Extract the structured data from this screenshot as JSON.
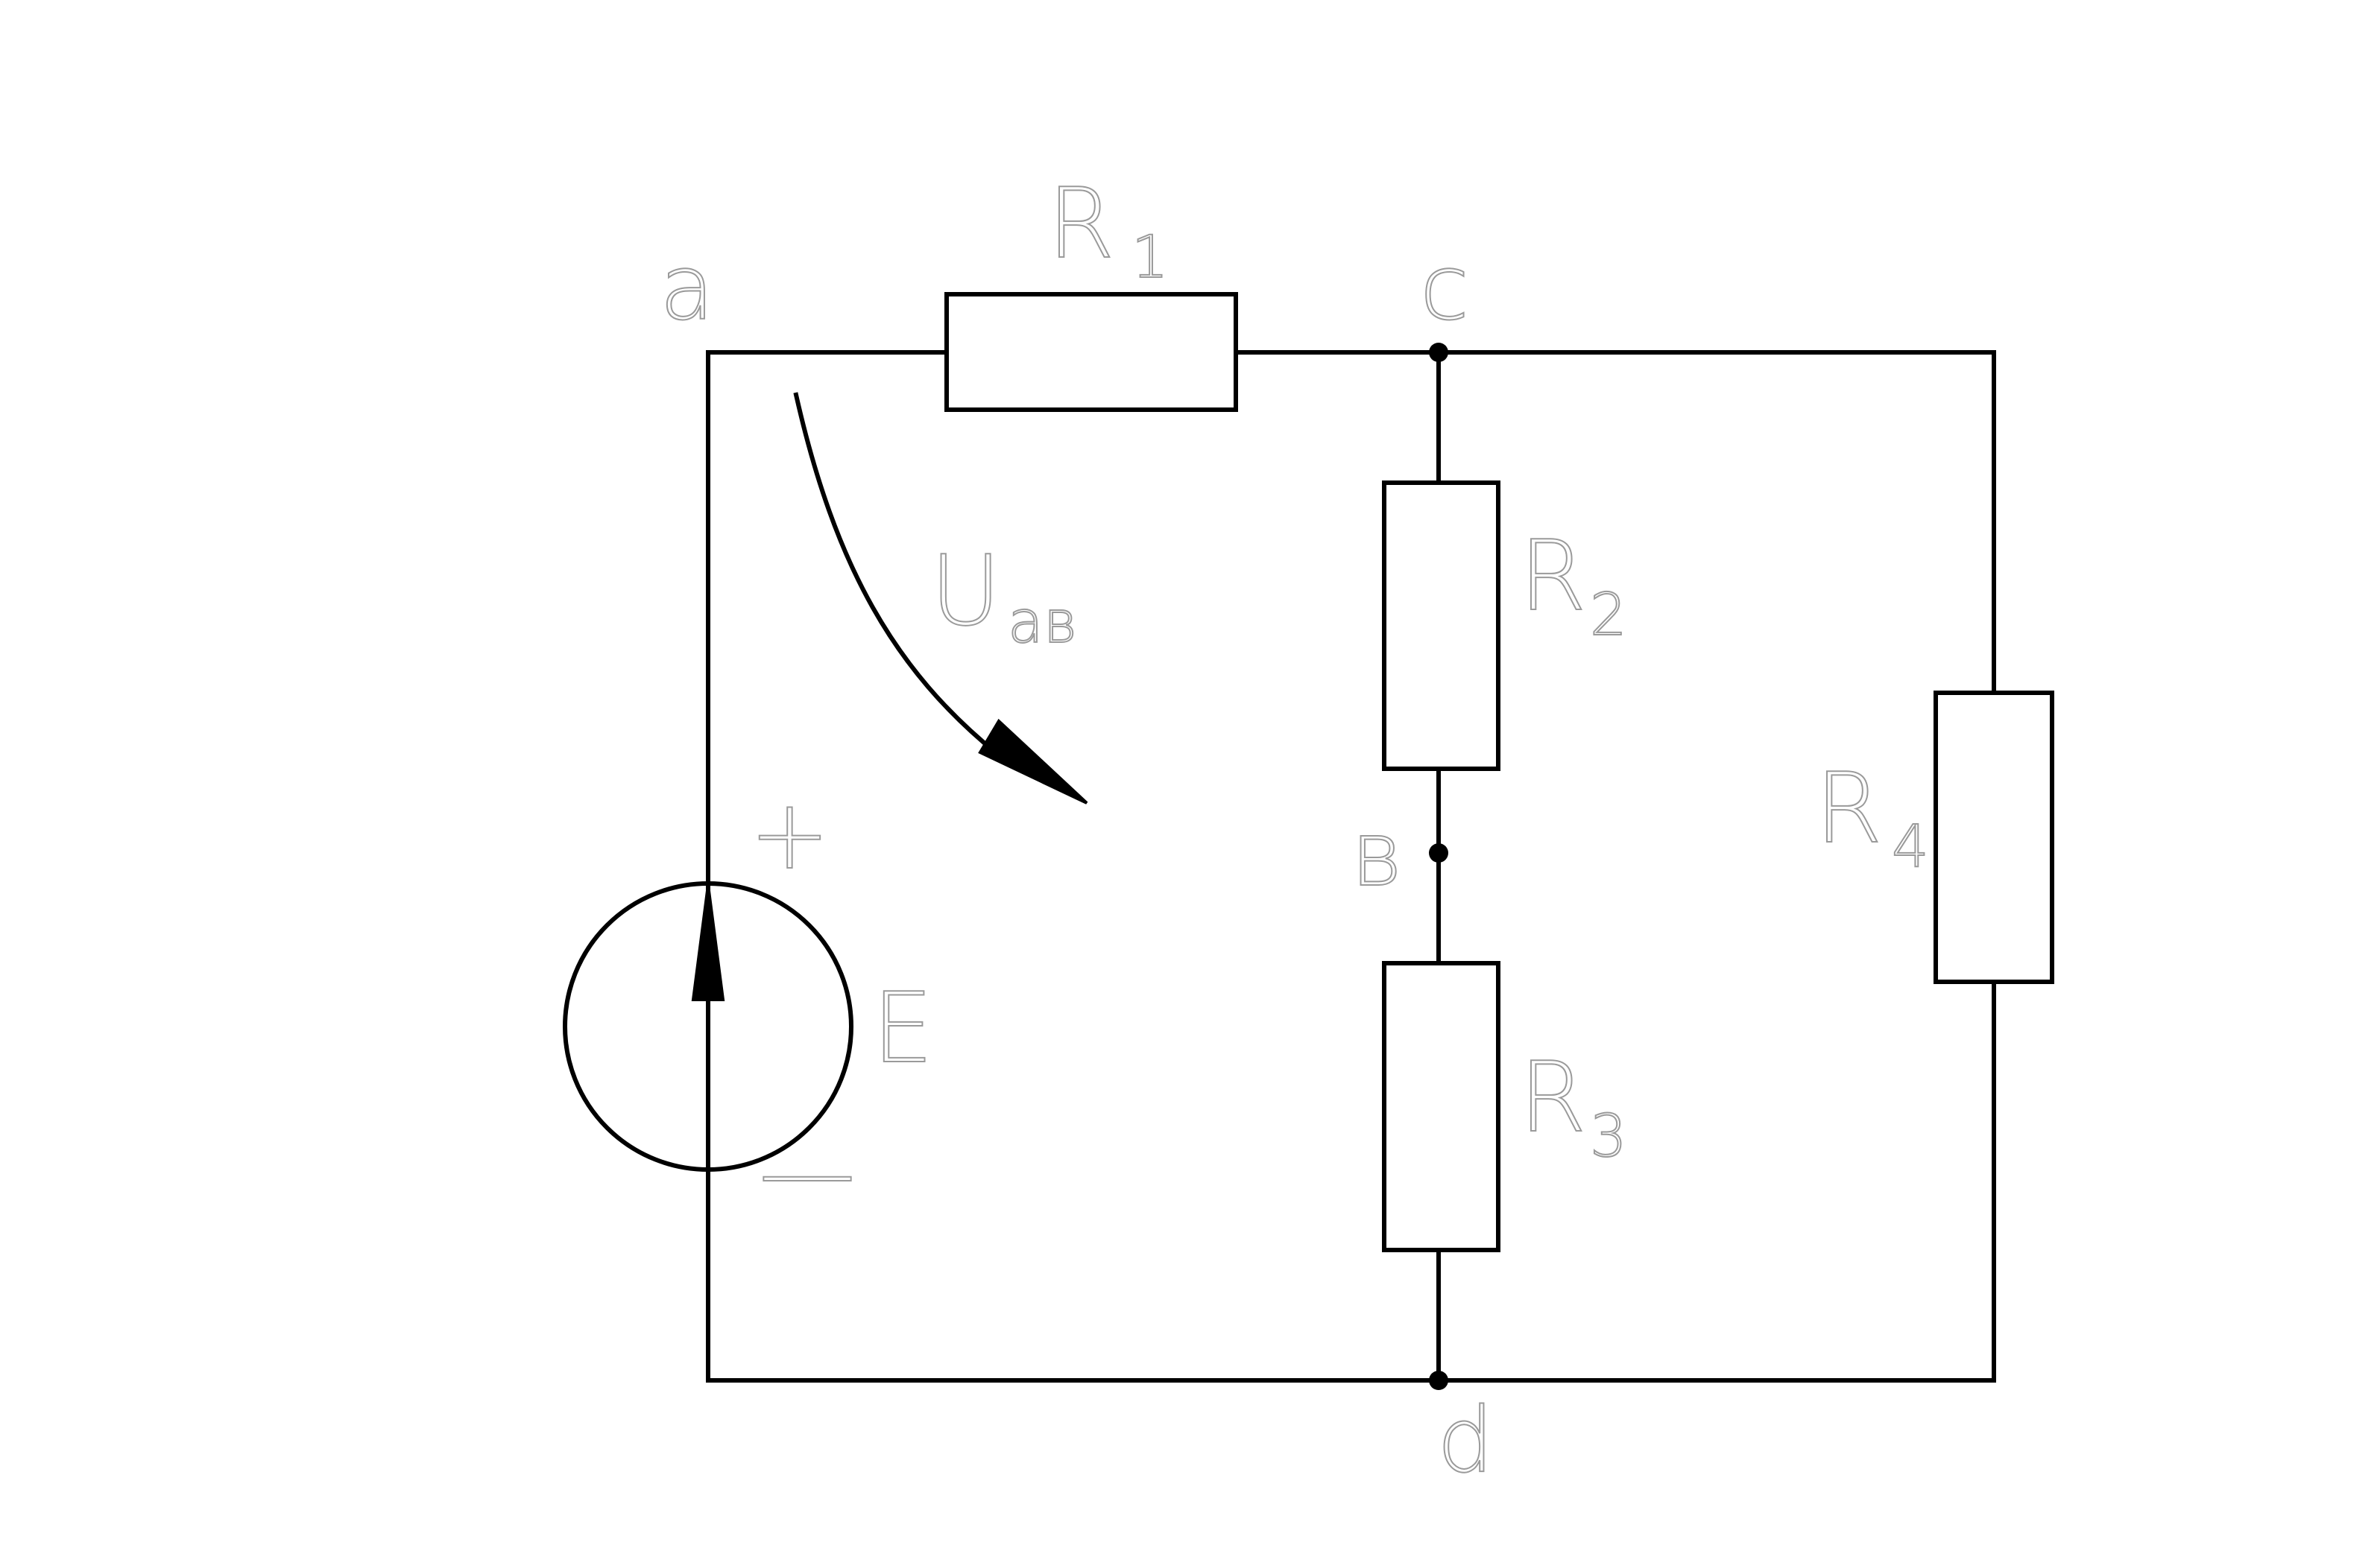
{
  "nodes": {
    "a": "a",
    "b": "в",
    "c": "c",
    "d": "d"
  },
  "components": {
    "r1": {
      "letter": "R",
      "index": "1"
    },
    "r2": {
      "letter": "R",
      "index": "2"
    },
    "r3": {
      "letter": "R",
      "index": "3"
    },
    "r4": {
      "letter": "R",
      "index": "4"
    }
  },
  "source": {
    "label": "E",
    "plus": "+",
    "minus": "—"
  },
  "voltage": {
    "letter": "U",
    "subscript": "ав"
  },
  "colors": {
    "line": "#000000",
    "label": "#9a9a9a",
    "background": "#ffffff"
  }
}
